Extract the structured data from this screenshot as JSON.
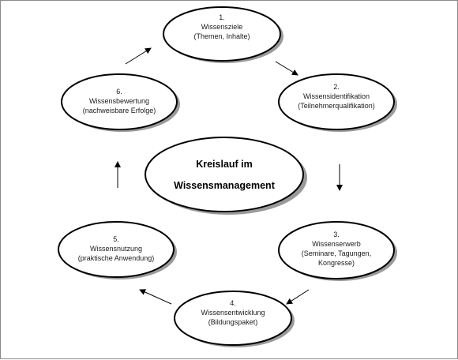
{
  "center": {
    "line1": "Kreislauf im",
    "line2": "Wissensmanagement"
  },
  "nodes": [
    {
      "number": "1.",
      "title": "Wissensziele",
      "detail": "(Themen, Inhalte)"
    },
    {
      "number": "2.",
      "title": "Wissensidentifikation",
      "detail": "(Teilnehmerqualifikation)"
    },
    {
      "number": "3.",
      "title": "Wissenserwerb",
      "detail": "(Seminare, Tagungen,",
      "detail2": "Kongresse)"
    },
    {
      "number": "4.",
      "title": "Wissensentwicklung",
      "detail": "(Bildungspaket)"
    },
    {
      "number": "5.",
      "title": "Wissensnutzung",
      "detail": "(praktische Anwendung)"
    },
    {
      "number": "6.",
      "title": "Wissensbewertung",
      "detail": "(nachweisbare Erfolge)"
    }
  ],
  "colors": {
    "border": "#000000",
    "shadow": "#9a9a9a",
    "fill": "#ffffff"
  }
}
